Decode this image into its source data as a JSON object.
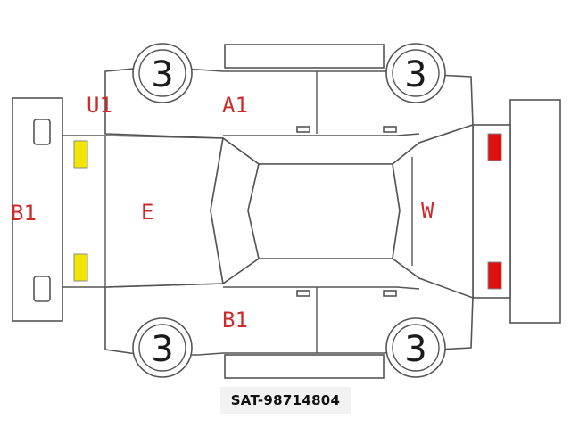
{
  "wheels": {
    "front_left": "3",
    "rear_left": "3",
    "front_right": "3",
    "rear_right": "3"
  },
  "damage_codes": {
    "front_bumper": "B1",
    "front_corner": "U1",
    "hood": "E",
    "front_door_top": "A1",
    "front_door_bottom": "B1",
    "rear_glass": "W"
  },
  "reference_number": "SAT-98714804",
  "colors": {
    "code_text": "#cc2b2b",
    "headlight_marker": "#f2e600",
    "taillight_marker": "#dd1111",
    "outline": "#555555"
  }
}
